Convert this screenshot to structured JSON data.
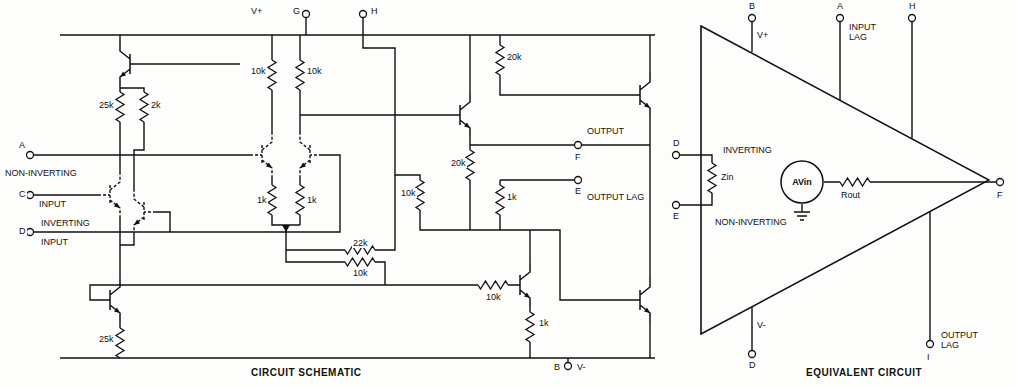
{
  "diagram": {
    "nodes": [
      {
        "text": [
          "INVERTING",
          "NON-INVERTING"
        ]
      },
      {
        "text": [
          "AVin"
        ],
        "in": 0
      }
    ],
    "labels": [
      "V+",
      "G",
      "H",
      "10k",
      "10k",
      "25k",
      "2k",
      "A",
      "NON-INVERTING",
      "C",
      "INPUT",
      "INVERTING",
      "D",
      "INPUT",
      "1k",
      "1k",
      "20k",
      "20k",
      "10k",
      "1k",
      "OUTPUT",
      "F",
      "E",
      "OUTPUT LAG",
      "22k",
      "10k",
      "10k",
      "1k",
      "25k",
      "B",
      "V-",
      "CIRCUIT SCHEMATIC",
      "B",
      "V+",
      "A",
      "INPUT LAG",
      "H",
      "D",
      "E",
      "Zin",
      "Rout",
      "F",
      "V-",
      "D",
      "OUTPUT LAG",
      "I",
      "EQUIVALENT CIRCUIT"
    ]
  }
}
